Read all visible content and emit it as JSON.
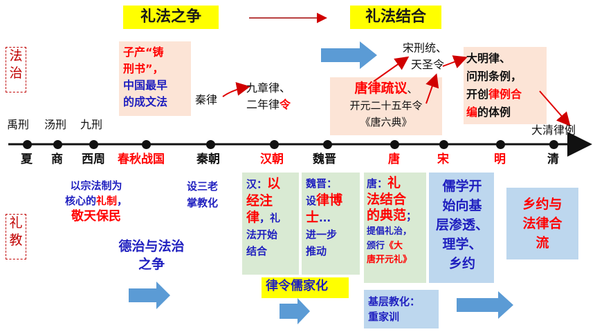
{
  "headers": {
    "left": "礼法之争",
    "right": "礼法结合"
  },
  "side_labels": {
    "fazhi": [
      "法",
      "治"
    ],
    "lijiao": [
      "礼",
      "教"
    ]
  },
  "timeline": {
    "eras": [
      "夏",
      "商",
      "西周",
      "春秋战国",
      "秦朝",
      "汉朝",
      "魏晋",
      "唐",
      "宋",
      "明",
      "清"
    ],
    "pre_labels": [
      "禹刑",
      "汤刑",
      "九刑"
    ]
  },
  "law": {
    "zichan": {
      "l1": "子产“铸",
      "l2": "刑书”，",
      "l3": "中国最早",
      "l4": "的成文法"
    },
    "qinlv": "秦律",
    "jiuzhang": {
      "l1": "九章律、",
      "l2a": "二年律",
      "l2b": "令"
    },
    "tanglv": {
      "l1": "唐律疏议",
      "l1s": "、",
      "l2": "开元二十五年令",
      "l3": "《唐六典》"
    },
    "song": {
      "l1": "宋刑统、",
      "l2": "天圣令"
    },
    "ming": {
      "l1": "大明律、",
      "l2": "问刑条例，",
      "l3a": "开创",
      "l3b": "律例合",
      "l4a": "编",
      "l4b": "的体例"
    },
    "qing": "大清律例"
  },
  "rites": {
    "xizhou": {
      "l1": "以宗法制为",
      "l2a": "核心的",
      "l2b": "礼制",
      "l2c": "，",
      "l3": "敬天保民"
    },
    "qin": {
      "l1": "设三老",
      "l2": "掌教化"
    },
    "han": {
      "a": "汉：",
      "b": "以",
      "c": "经注",
      "d": "律",
      "e": "，礼",
      "f": "法开始",
      "g": "结合"
    },
    "weijin": {
      "a": "魏晋：",
      "b": "设",
      "c": "律博",
      "d": "士",
      "e": "...",
      "f": "进一步",
      "g": "推动"
    },
    "tang": {
      "a": "唐：",
      "b": "礼",
      "c": "法结合",
      "d": "的典范",
      "e": "；",
      "f": "提倡礼治，",
      "g": "颁行",
      "h": "《大",
      "i": "唐开元礼》"
    },
    "song": {
      "l1": "儒学开",
      "l2": "始向基",
      "l3": "层渗透、",
      "l4": "理学、",
      "l5": "乡约"
    },
    "ming": {
      "l1": "乡约与",
      "l2": "法律合",
      "l3": "流"
    },
    "dezhi": {
      "l1": "德治与法治",
      "l2": "之争"
    },
    "lvling": "律令儒家化",
    "jiceng": {
      "l1": "基层教化：",
      "l2": "重家训"
    }
  },
  "colors": {
    "red": "#ff0000",
    "navy": "#1f1fbf",
    "yellow": "#ffff00",
    "arrow": "#5b9bd5"
  }
}
